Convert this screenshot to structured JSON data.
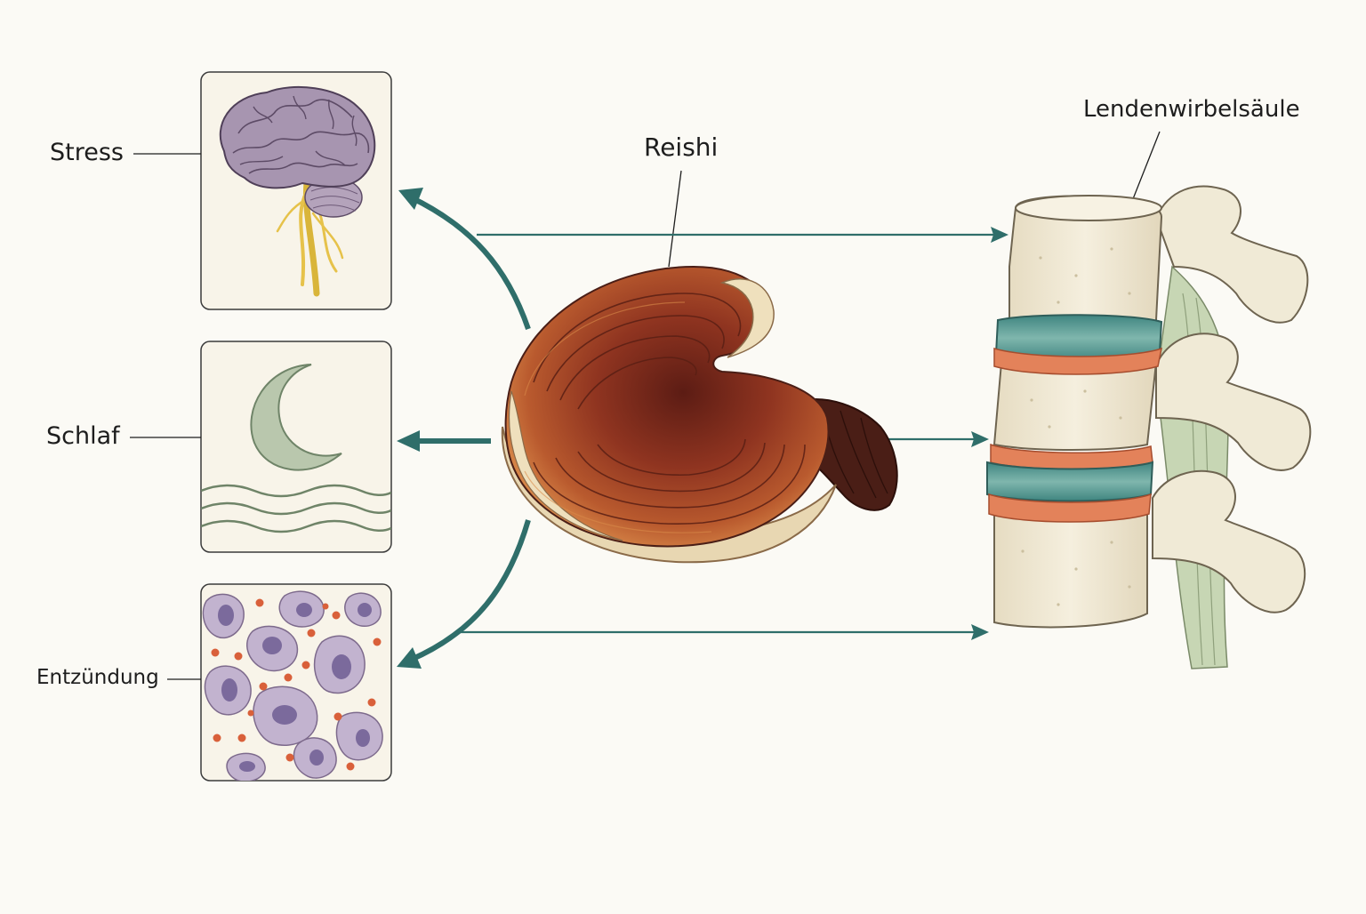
{
  "labels": {
    "stress": "Stress",
    "schlaf": "Schlaf",
    "entzuendung": "Entzündung",
    "reishi": "Reishi",
    "lendenwirbelsaeule": "Lendenwirbelsäule"
  },
  "icons": {
    "stress_panel": "brain-icon",
    "schlaf_panel": "moon-waves-icon",
    "entzuendung_panel": "inflamed-cells-icon",
    "center": "reishi-mushroom",
    "right": "lumbar-spine"
  },
  "colors": {
    "arrow": "#2f6e6a",
    "background": "#fbfaf5",
    "panel_bg": "#f8f4e9",
    "brain": "#9d8aa6",
    "moon": "#b9c7ad",
    "cells": "#b8a8c6",
    "inflammation_dots": "#d9603a",
    "mushroom": "#9c3b22",
    "bone": "#f0ead6",
    "disc": "#5e9e98",
    "disc_edge": "#e3825a"
  }
}
